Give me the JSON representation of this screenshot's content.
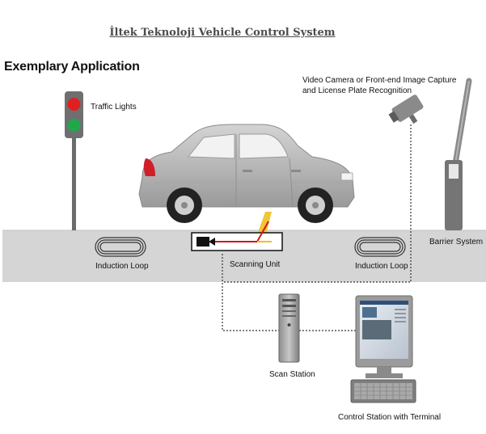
{
  "header": {
    "title": "İltek Teknoloji Vehicle Control System",
    "subtitle": "Exemplary Application"
  },
  "labels": {
    "traffic_lights": "Traffic Lights",
    "camera_line1": "Video Camera or Front-end Image Capture",
    "camera_line2": "and License Plate Recognition",
    "induction_loop_left": "Induction Loop",
    "induction_loop_right": "Induction Loop",
    "scanning_unit": "Scanning Unit",
    "barrier_system": "Barrier System",
    "scan_station": "Scan Station",
    "control_station": "Control Station with Terminal"
  },
  "colors": {
    "road": "#d5d5d5",
    "car_body": "#bcbcbc",
    "signal_red": "#e02020",
    "signal_green": "#1fa84a",
    "scan_beam": "#f0c020",
    "scan_laser": "#d01818",
    "cable": "#333333"
  },
  "icons": [
    "traffic-light-icon",
    "car-icon",
    "camera-icon",
    "barrier-icon",
    "server-tower-icon",
    "computer-terminal-icon"
  ]
}
